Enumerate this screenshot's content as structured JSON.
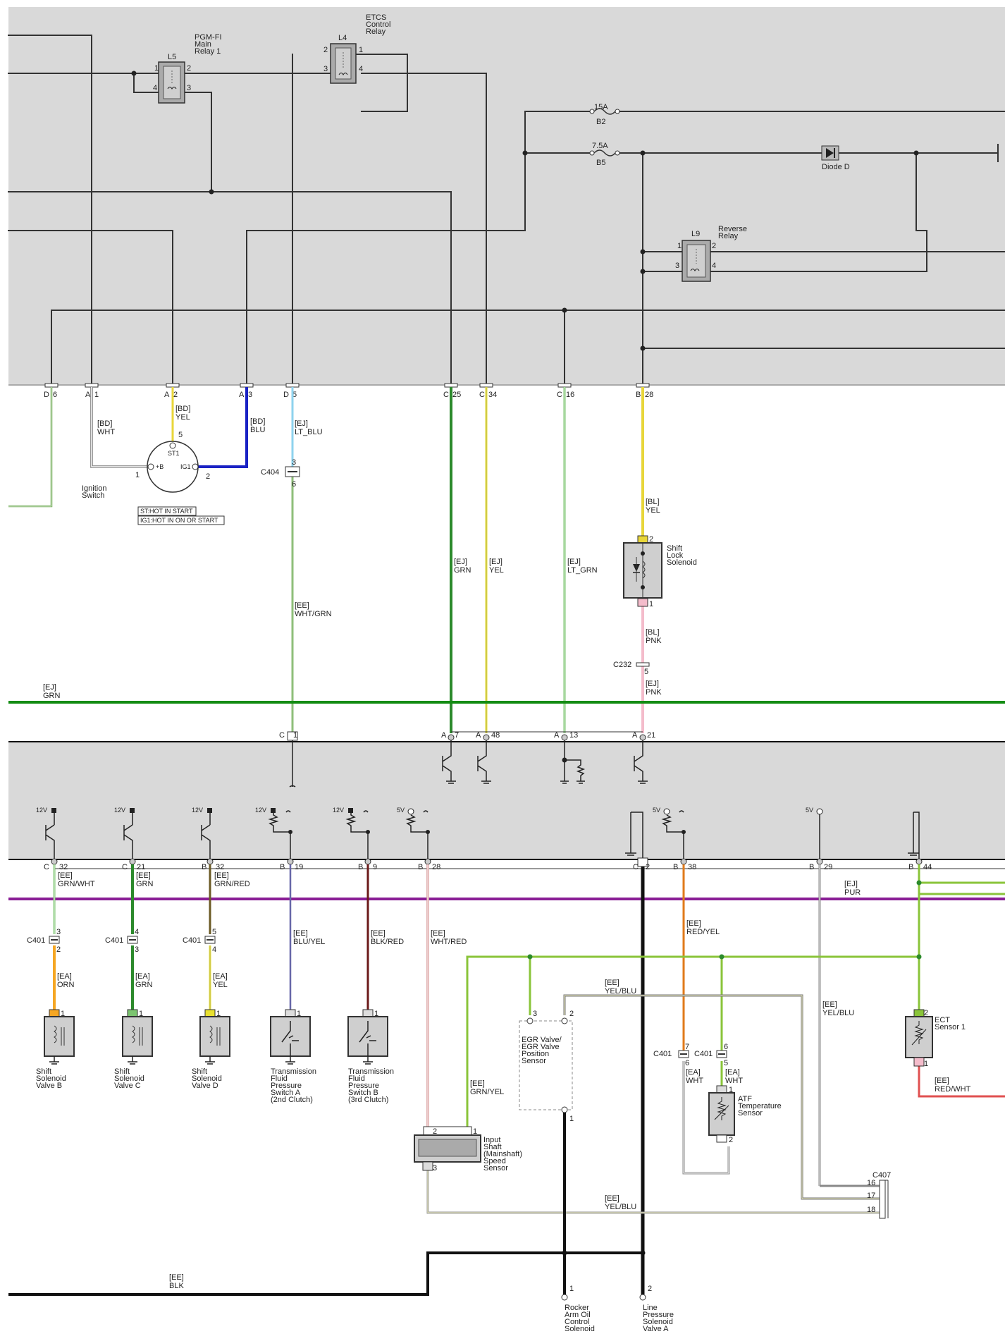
{
  "top_components": {
    "pgm_fi_relay": {
      "ref": "L5",
      "name": [
        "PGM-FI",
        "Main",
        "Relay 1"
      ],
      "pins": [
        "1",
        "2",
        "3",
        "4"
      ]
    },
    "etcs_relay": {
      "ref": "L4",
      "name": [
        "ETCS",
        "Control",
        "Relay"
      ],
      "pins": [
        "1",
        "2",
        "3",
        "4"
      ]
    },
    "fuse_15a": {
      "rating": "15A",
      "ref": "B2"
    },
    "fuse_7_5a": {
      "rating": "7.5A",
      "ref": "B5"
    },
    "diode": {
      "name": "Diode D"
    },
    "reverse_relay": {
      "ref": "L9",
      "name": [
        "Reverse",
        "Relay"
      ],
      "pins": [
        "1",
        "2",
        "3",
        "4"
      ]
    }
  },
  "pcm_top_pins": [
    {
      "conn": "D",
      "pin": "6"
    },
    {
      "conn": "A",
      "pin": "1"
    },
    {
      "conn": "A",
      "pin": "2"
    },
    {
      "conn": "A",
      "pin": "3"
    },
    {
      "conn": "D",
      "pin": "5"
    },
    {
      "conn": "C",
      "pin": "25"
    },
    {
      "conn": "C",
      "pin": "34"
    },
    {
      "conn": "C",
      "pin": "16"
    },
    {
      "conn": "B",
      "pin": "28"
    }
  ],
  "ignition_switch": {
    "name": [
      "Ignition",
      "Switch"
    ],
    "wire_left": [
      "[BD]",
      "WHT"
    ],
    "wire_top": [
      "[BD]",
      "YEL"
    ],
    "wire_right": [
      "[BD]",
      "BLU"
    ],
    "pin_st1": "5",
    "pin_b": "1",
    "pin_ig1": "2",
    "lbl_st1": "ST1",
    "lbl_b": "+B",
    "lbl_ig1": "IG1",
    "legend": [
      "ST:HOT IN START",
      "IG1:HOT IN ON OR START"
    ]
  },
  "mid_wires": {
    "d5": [
      "[EJ]",
      "LT_BLU"
    ],
    "c404": {
      "name": "C404",
      "pins": [
        "3",
        "6"
      ]
    },
    "d5_lower": [
      "[EE]",
      "WHT/GRN"
    ],
    "c25": [
      "[EJ]",
      "GRN"
    ],
    "c34": [
      "[EJ]",
      "YEL"
    ],
    "c16": [
      "[EJ]",
      "LT_GRN"
    ],
    "b28_upper": [
      "[BL]",
      "YEL"
    ],
    "shift_lock": {
      "name": [
        "Shift",
        "Lock",
        "Solenoid"
      ],
      "pins": [
        "2",
        "1"
      ]
    },
    "b28_lower": [
      "[BL]",
      "PNK"
    ],
    "c232": {
      "name": "C232",
      "pin": "5"
    },
    "b28_bottom": [
      "[EJ]",
      "PNK"
    ],
    "bus_grn": [
      "[EJ]",
      "GRN"
    ]
  },
  "pcm_mid_pins": [
    {
      "conn": "C",
      "pin": "1"
    },
    {
      "conn": "A",
      "pin": "7"
    },
    {
      "conn": "A",
      "pin": "48"
    },
    {
      "conn": "A",
      "pin": "13"
    },
    {
      "conn": "A",
      "pin": "21"
    }
  ],
  "supply_labels": [
    "12V",
    "12V",
    "12V",
    "12V",
    "12V",
    "5V",
    "5V",
    "5V"
  ],
  "pcm_bottom_pins": [
    {
      "conn": "C",
      "pin": "32"
    },
    {
      "conn": "C",
      "pin": "21"
    },
    {
      "conn": "B",
      "pin": "32"
    },
    {
      "conn": "B",
      "pin": "19"
    },
    {
      "conn": "B",
      "pin": "9"
    },
    {
      "conn": "B",
      "pin": "28"
    },
    {
      "conn": "C",
      "pin": "2"
    },
    {
      "conn": "B",
      "pin": "38"
    },
    {
      "conn": "B",
      "pin": "29"
    },
    {
      "conn": "B",
      "pin": "44"
    }
  ],
  "bottom_wires": {
    "c32": [
      "[EE]",
      "GRN/WHT"
    ],
    "c21": [
      "[EE]",
      "GRN"
    ],
    "b32": [
      "[EE]",
      "GRN/RED"
    ],
    "b19": [
      "[EE]",
      "BLU/YEL"
    ],
    "b9": [
      "[EE]",
      "BLK/RED"
    ],
    "b28": [
      "[EE]",
      "WHT/RED"
    ],
    "b38": [
      "[EE]",
      "RED/YEL"
    ],
    "b29": [
      "[EE]",
      "YEL/BLU"
    ],
    "bus_pur": [
      "[EJ]",
      "PUR"
    ],
    "c401_a": {
      "name": "C401",
      "pins": [
        "3",
        "2"
      ]
    },
    "c401_b": {
      "name": "C401",
      "pins": [
        "4",
        "3"
      ]
    },
    "c401_c": {
      "name": "C401",
      "pins": [
        "5",
        "4"
      ]
    },
    "c401_d": {
      "name": "C401",
      "pins": [
        "7",
        "6"
      ]
    },
    "c401_e": {
      "name": "C401",
      "pins": [
        "6",
        "5"
      ]
    },
    "ea_orn": [
      "[EA]",
      "ORN"
    ],
    "ea_grn": [
      "[EA]",
      "GRN"
    ],
    "ea_yel": [
      "[EA]",
      "YEL"
    ],
    "ea_wht1": [
      "[EA]",
      "WHT"
    ],
    "ea_wht2": [
      "[EA]",
      "WHT"
    ],
    "grn_yel": [
      "[EE]",
      "GRN/YEL"
    ],
    "yel_blu_top": [
      "[EE]",
      "YEL/BLU"
    ],
    "yel_blu_bottom": [
      "[EE]",
      "YEL/BLU"
    ],
    "red_wht": [
      "[EE]",
      "RED/WHT"
    ],
    "blk": [
      "[EE]",
      "BLK"
    ]
  },
  "bottom_components": {
    "ssv_b": {
      "name": [
        "Shift",
        "Solenoid",
        "Valve B"
      ],
      "pin": "1"
    },
    "ssv_c": {
      "name": [
        "Shift",
        "Solenoid",
        "Valve C"
      ],
      "pin": "1"
    },
    "ssv_d": {
      "name": [
        "Shift",
        "Solenoid",
        "Valve D"
      ],
      "pin": "1"
    },
    "tfps_a": {
      "name": [
        "Transmission",
        "Fluid",
        "Pressure",
        "Switch A",
        "(2nd Clutch)"
      ],
      "pin": "1"
    },
    "tfps_b": {
      "name": [
        "Transmission",
        "Fluid",
        "Pressure",
        "Switch B",
        "(3rd Clutch)"
      ],
      "pin": "1"
    },
    "egr": {
      "name": [
        "EGR Valve/",
        "EGR Valve",
        "Position",
        "Sensor"
      ],
      "pins": [
        "3",
        "2",
        "1"
      ]
    },
    "input_shaft": {
      "name": [
        "Input",
        "Shaft",
        "(Mainshaft)",
        "Speed",
        "Sensor"
      ],
      "pins": [
        "2",
        "1",
        "3"
      ]
    },
    "atf_temp": {
      "name": [
        "ATF",
        "Temperature",
        "Sensor"
      ],
      "pins": [
        "1",
        "2"
      ]
    },
    "ect": {
      "name": [
        "ECT",
        "Sensor 1"
      ],
      "pins": [
        "2",
        "1"
      ]
    },
    "c407": {
      "name": "C407",
      "pins": [
        "16",
        "17",
        "18"
      ]
    },
    "rocker_arm": {
      "name": [
        "Rocker",
        "Arm Oil",
        "Control",
        "Solenoid"
      ],
      "pin": "1"
    },
    "lps_a": {
      "name": [
        "Line",
        "Pressure",
        "Solenoid",
        "Valve A"
      ],
      "pin": "2"
    }
  }
}
